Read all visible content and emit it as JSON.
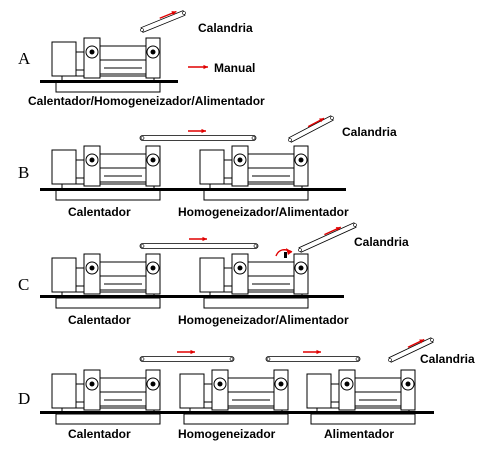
{
  "rows": [
    {
      "letter": "A",
      "captions": [
        "Calentador/Homogeneizador/Alimentador"
      ],
      "calandria": "Calandria",
      "legend": "Manual"
    },
    {
      "letter": "B",
      "captions": [
        "Calentador",
        "Homogeneizador/Alimentador"
      ],
      "calandria": "Calandria"
    },
    {
      "letter": "C",
      "captions": [
        "Calentador",
        "Homogeneizador/Alimentador"
      ],
      "calandria": "Calandria"
    },
    {
      "letter": "D",
      "captions": [
        "Calentador",
        "Homogeneizador",
        "Alimentador"
      ],
      "calandria": "Calandria"
    }
  ],
  "colors": {
    "arrow": "#e00000",
    "line": "#000000"
  }
}
